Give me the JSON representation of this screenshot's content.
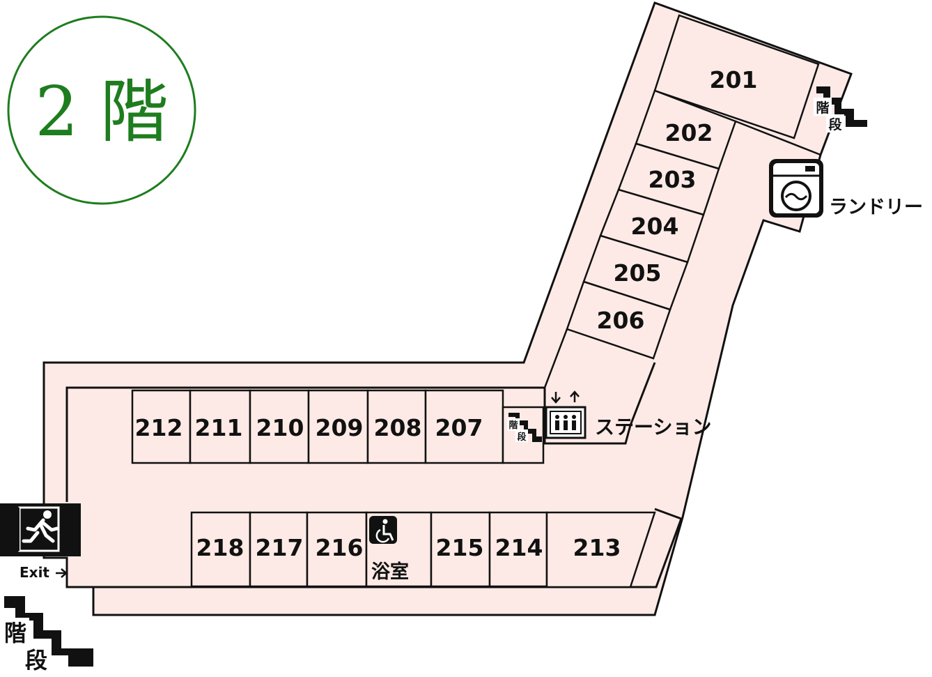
{
  "floor": {
    "label": "2 階",
    "color": "#1e7d1e"
  },
  "colors": {
    "floor_fill": "#fdeae6",
    "ink": "#111111"
  },
  "rooms": {
    "r201": "201",
    "r202": "202",
    "r203": "203",
    "r204": "204",
    "r205": "205",
    "r206": "206",
    "r207": "207",
    "r208": "208",
    "r209": "209",
    "r210": "210",
    "r211": "211",
    "r212": "212",
    "r213": "213",
    "r214": "214",
    "r215": "215",
    "r216": "216",
    "r217": "217",
    "r218": "218"
  },
  "facilities": {
    "laundry": {
      "label": "ランドリー",
      "icon": "washing-machine-icon"
    },
    "station": {
      "label": "ステーション",
      "icon": "elevator-icon"
    },
    "bath": {
      "label": "浴室",
      "icon": "wheelchair-icon"
    },
    "exit": {
      "label": "Exit",
      "icon": "emergency-exit-icon"
    }
  },
  "stairs": {
    "label_top": "階",
    "label_bottom": "段",
    "icon": "stairs-icon"
  }
}
